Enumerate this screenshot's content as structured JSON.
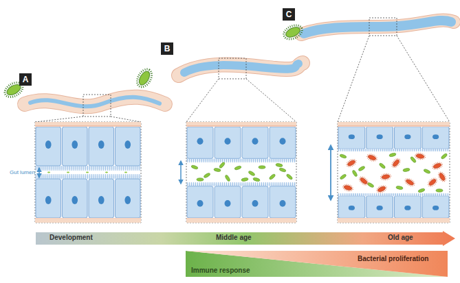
{
  "diagram": {
    "nodes": [
      {
        "text": [
          "A"
        ]
      },
      {
        "text": [
          "B"
        ]
      },
      {
        "text": [
          "C"
        ]
      },
      {
        "text": [
          "Development",
          "Middle age",
          "Old age"
        ]
      },
      {
        "text": [
          "Immune response"
        ]
      },
      {
        "text": [
          "Bacterial proliferation"
        ]
      }
    ],
    "labels": [
      "Gut lumen"
    ]
  }
}
